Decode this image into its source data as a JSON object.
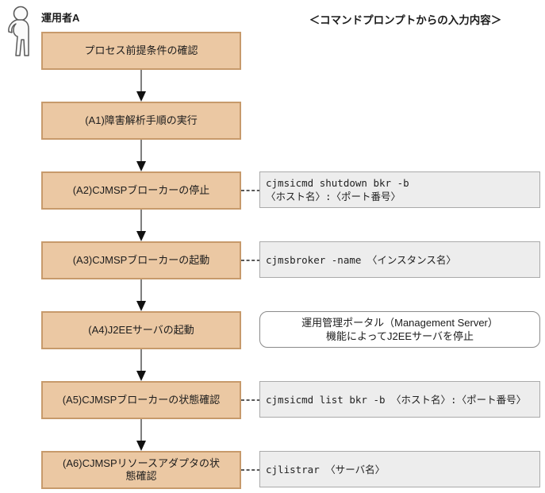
{
  "page": {
    "actor_label": "運用者A",
    "right_column_header": "＜コマンドプロンプトからの入力内容＞"
  },
  "colors": {
    "step_fill": "#ebc8a3",
    "step_border": "#c79a6b",
    "note_fill": "#ededed",
    "note_border": "#aaaaaa",
    "info_box_border": "#8a8a8a",
    "arrow_color": "#111111"
  },
  "flow": {
    "steps": [
      {
        "id": "start",
        "label": "プロセス前提条件の確認"
      },
      {
        "id": "A1",
        "label": "(A1)障害解析手順の実行"
      },
      {
        "id": "A2",
        "label": "(A2)CJMSPブローカーの停止",
        "command_lines": [
          "cjmsicmd shutdown bkr -b",
          "〈ホスト名〉:〈ポート番号〉"
        ]
      },
      {
        "id": "A3",
        "label": "(A3)CJMSPブローカーの起動",
        "command_lines": [
          "cjmsbroker -name 〈インスタンス名〉"
        ]
      },
      {
        "id": "A4",
        "label": "(A4)J2EEサーバの起動",
        "info_lines": [
          "運用管理ポータル（Management Server）",
          "機能によってJ2EEサーバを停止"
        ]
      },
      {
        "id": "A5",
        "label": "(A5)CJMSPブローカーの状態確認",
        "command_lines": [
          "cjmsicmd list bkr -b 〈ホスト名〉:〈ポート番号〉"
        ]
      },
      {
        "id": "A6",
        "label": "(A6)CJMSPリソースアダプタの状態確認",
        "command_lines": [
          "cjlistrar 〈サーバ名〉"
        ]
      }
    ]
  }
}
